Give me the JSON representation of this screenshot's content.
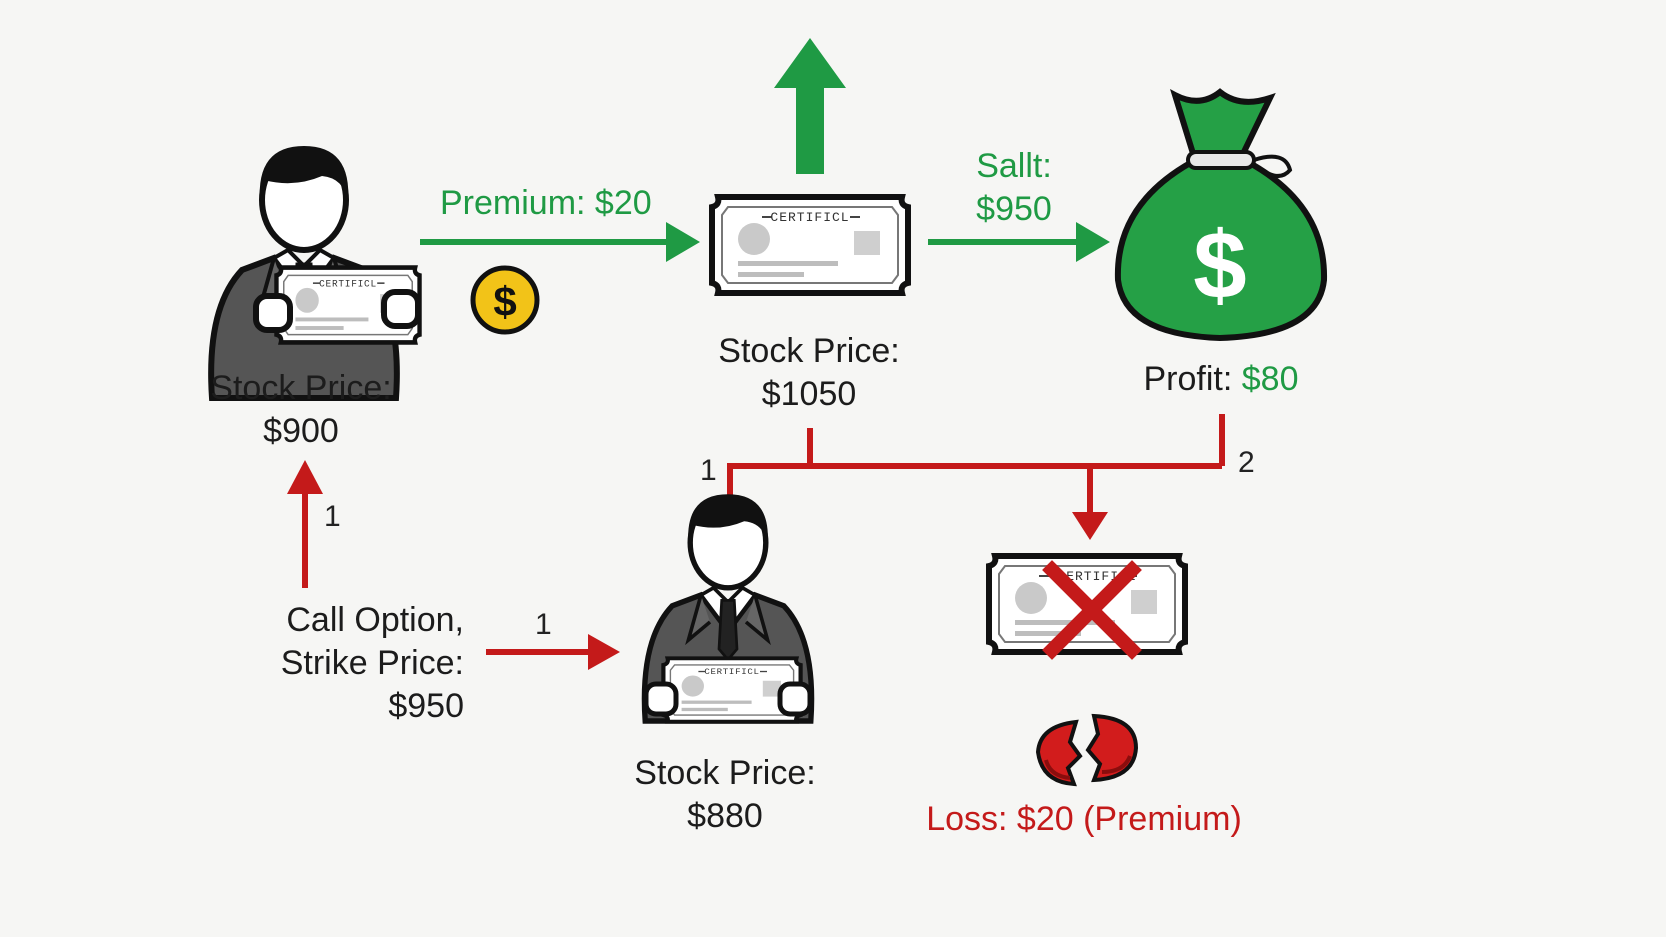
{
  "labels": {
    "premium": "Premium: $20",
    "sell_prefix": "Sallt:",
    "sell_value": "$950",
    "stock_start_prefix": "Stock Price:",
    "stock_start_value": "$900",
    "stock_up_prefix": "Stock Price:",
    "stock_up_value": "$1050",
    "profit_prefix": "Profit:",
    "profit_value": "$80",
    "option_line1": "Call Option,",
    "option_line2": "Strike Price:",
    "option_line3": "$950",
    "stock_down_prefix": "Stock Price:",
    "stock_down_value": "$880",
    "loss": "Loss: $20 (Premium)"
  },
  "step_numbers": {
    "left_up": "1",
    "option_right": "1",
    "red_left": "1",
    "red_right": "2"
  },
  "certificate_text": "CERTIFICL",
  "icons": {
    "coin": "dollar-coin-icon",
    "money_bag": "money-bag-icon",
    "money_bag_symbol": "$",
    "coin_symbol": "$",
    "cross": "cross-icon",
    "broken_coin": "broken-coin-icon"
  },
  "colors": {
    "gain": "#1f9a44",
    "loss": "#c41a1a",
    "coin": "#f2c318",
    "bag": "#25a046"
  }
}
